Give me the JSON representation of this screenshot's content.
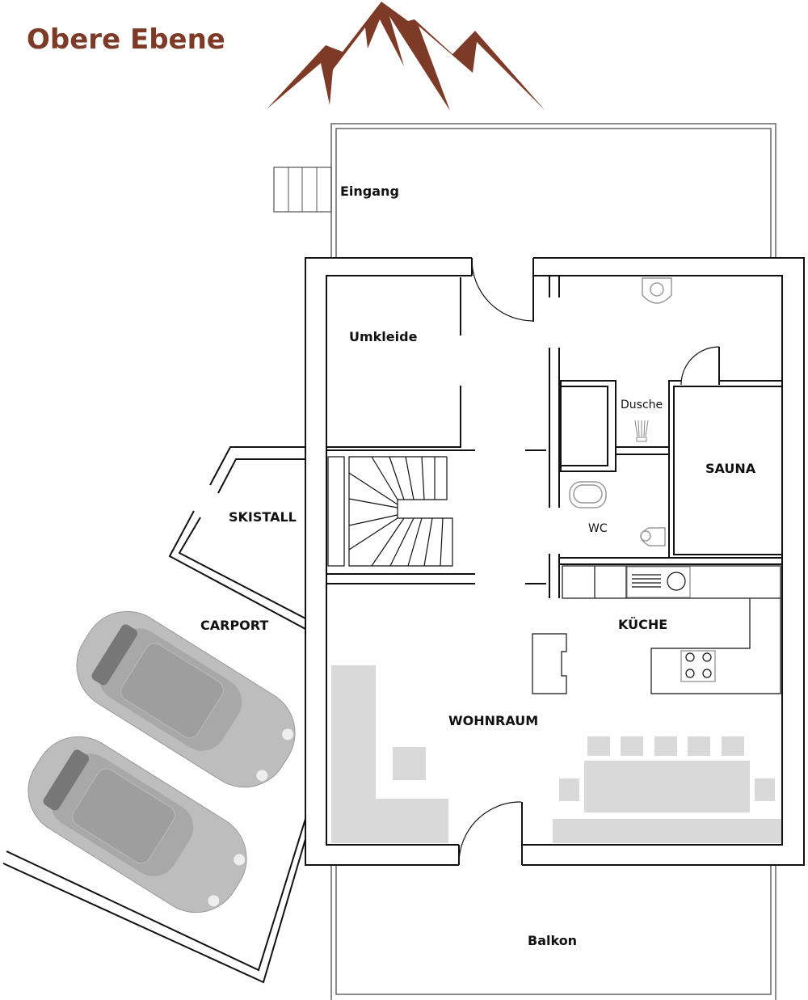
{
  "title": "Obere Ebene",
  "colors": {
    "brand": "#7d3a26",
    "furniture": "#d9d9d9",
    "car": "#bdbdbd"
  },
  "logo": "mountain-logo",
  "rooms": {
    "eingang": "Eingang",
    "umkleide": "Umkleide",
    "dusche": "Dusche",
    "sauna": "SAUNA",
    "wc": "WC",
    "skistall": "SKISTALL",
    "carport": "CARPORT",
    "kueche": "KÜCHE",
    "wohnraum": "WOHNRAUM",
    "balkon": "Balkon"
  }
}
